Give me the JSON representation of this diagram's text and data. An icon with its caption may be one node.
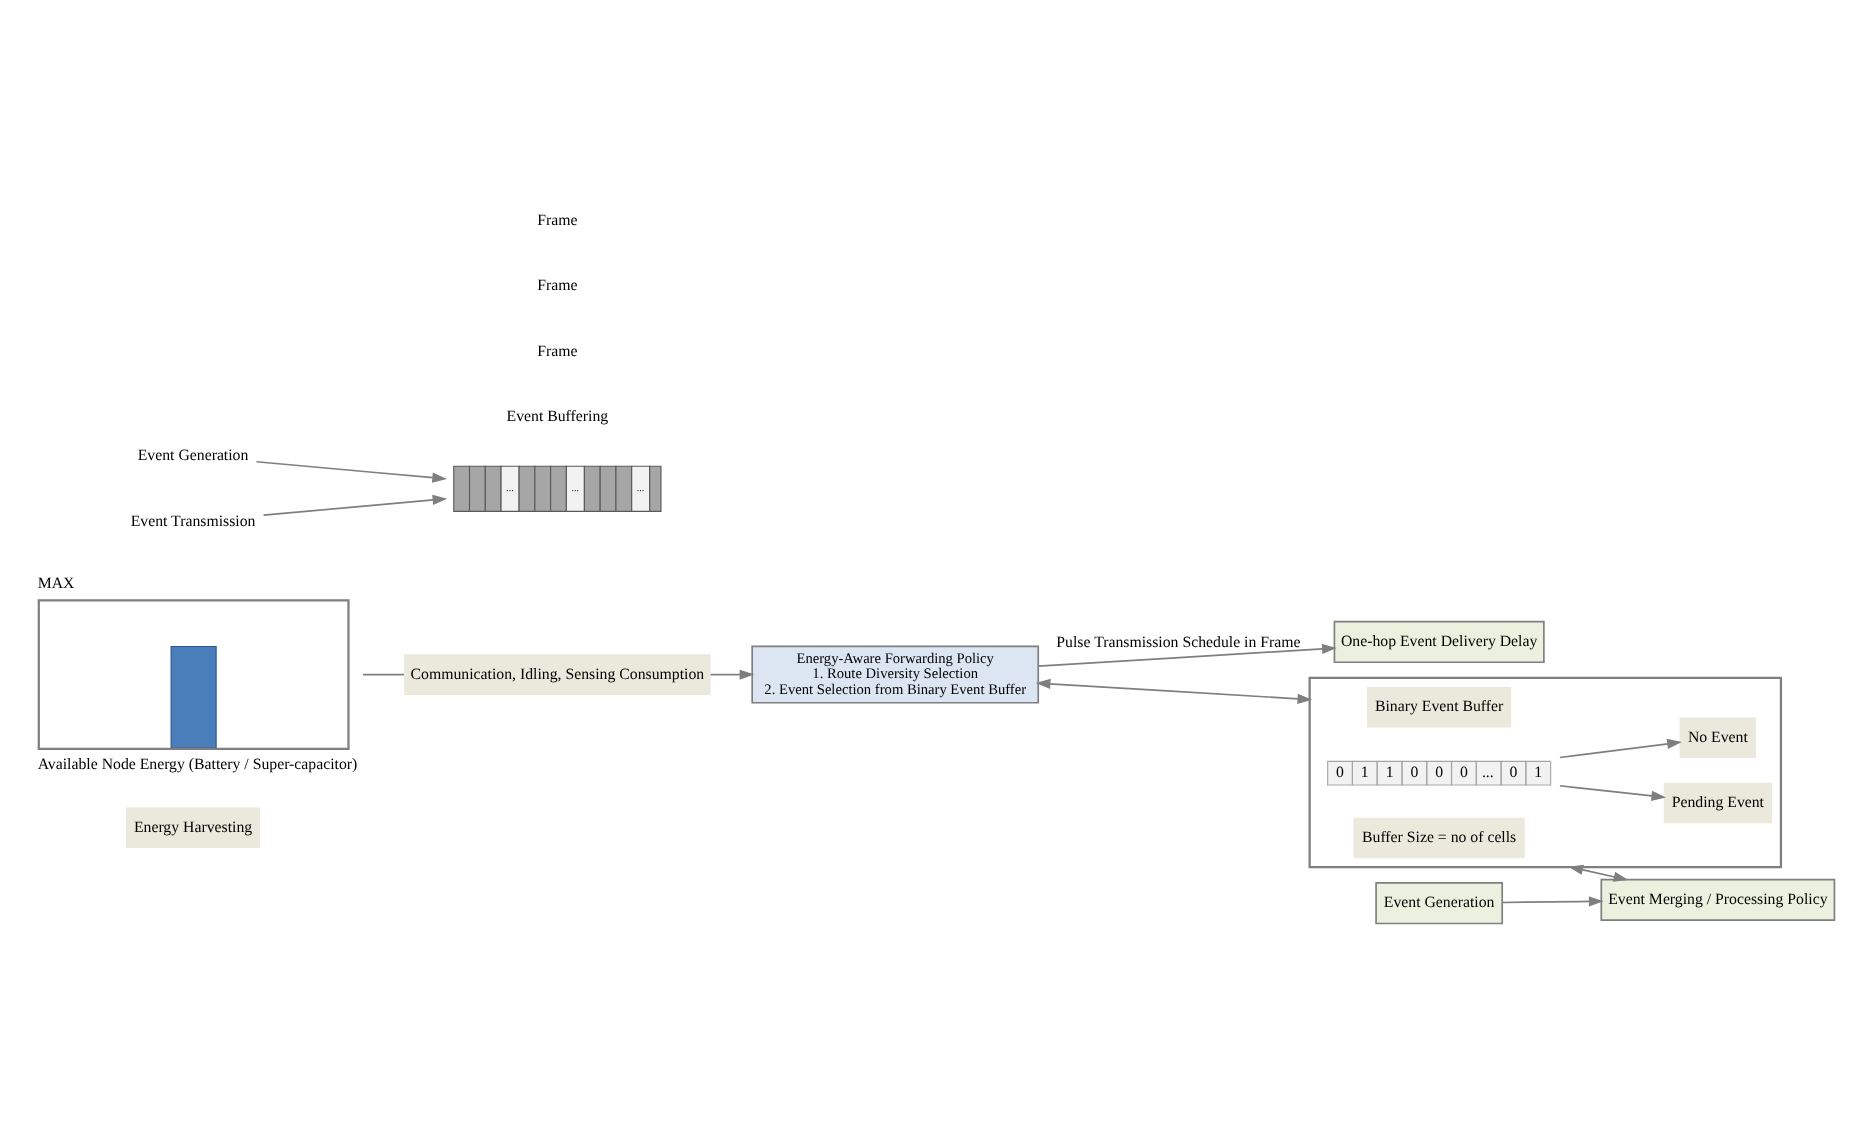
{
  "diagram": {
    "nodes": [
      {
        "text": [
          "Energy Harvesting"
        ]
      },
      {
        "text": [],
        "shape": "box",
        "beside": [
          "MAX",
          "Available Node Energy (Battery / Super-capacitor)"
        ]
      },
      {
        "text": [
          "Communication, Idling, Sensing Consumption"
        ]
      },
      {
        "text": [
          "Energy-Aware Forwarding Policy",
          "1. Route Diversity Selection",
          "2. Event Selection from Binary Event Buffer"
        ]
      },
      {
        "text": [
          "...",
          "...",
          "..."
        ]
      },
      {
        "text": [
          "Event Generation"
        ]
      },
      {
        "text": [
          "Event Transmission"
        ]
      },
      {
        "text": [
          "One-hop Event Delivery Delay"
        ]
      },
      {
        "text": [],
        "shape": "box"
      },
      {
        "text": [
          "Binary Event Buffer"
        ],
        "in": 8
      },
      {
        "text": [
          "0",
          "1",
          "1",
          "0",
          "0",
          "0",
          "...",
          "0",
          "1"
        ],
        "in": 8
      },
      {
        "text": [
          "Pending Event"
        ],
        "in": 8
      },
      {
        "text": [
          "No Event"
        ],
        "in": 8
      },
      {
        "text": [
          "Buffer Size = no of cells"
        ],
        "in": 8
      },
      {
        "text": [
          "Event Generation"
        ]
      },
      {
        "text": [
          "Event Merging / Processing Policy"
        ]
      }
    ],
    "edges": [
      {
        "from": 1,
        "to": 2,
        "arrow": "none"
      },
      {
        "from": 2,
        "to": 3,
        "arrow": "to"
      },
      {
        "from": 5,
        "to": 4,
        "arrow": "to"
      },
      {
        "from": 6,
        "to": 4,
        "arrow": "to"
      },
      {
        "from": 3,
        "to": 7,
        "arrow": "to",
        "label": "Pulse Transmission Schedule in Frame"
      },
      {
        "from": 3,
        "to": 8,
        "arrow": "both"
      },
      {
        "from": 10,
        "to": 11,
        "arrow": "to"
      },
      {
        "from": 10,
        "to": 12,
        "arrow": "to"
      },
      {
        "from": 8,
        "to": 15,
        "arrow": "both"
      },
      {
        "from": 14,
        "to": 15,
        "arrow": "to"
      }
    ],
    "labels": [
      "Event Buffering",
      "Frame",
      "Frame",
      "Frame"
    ]
  }
}
